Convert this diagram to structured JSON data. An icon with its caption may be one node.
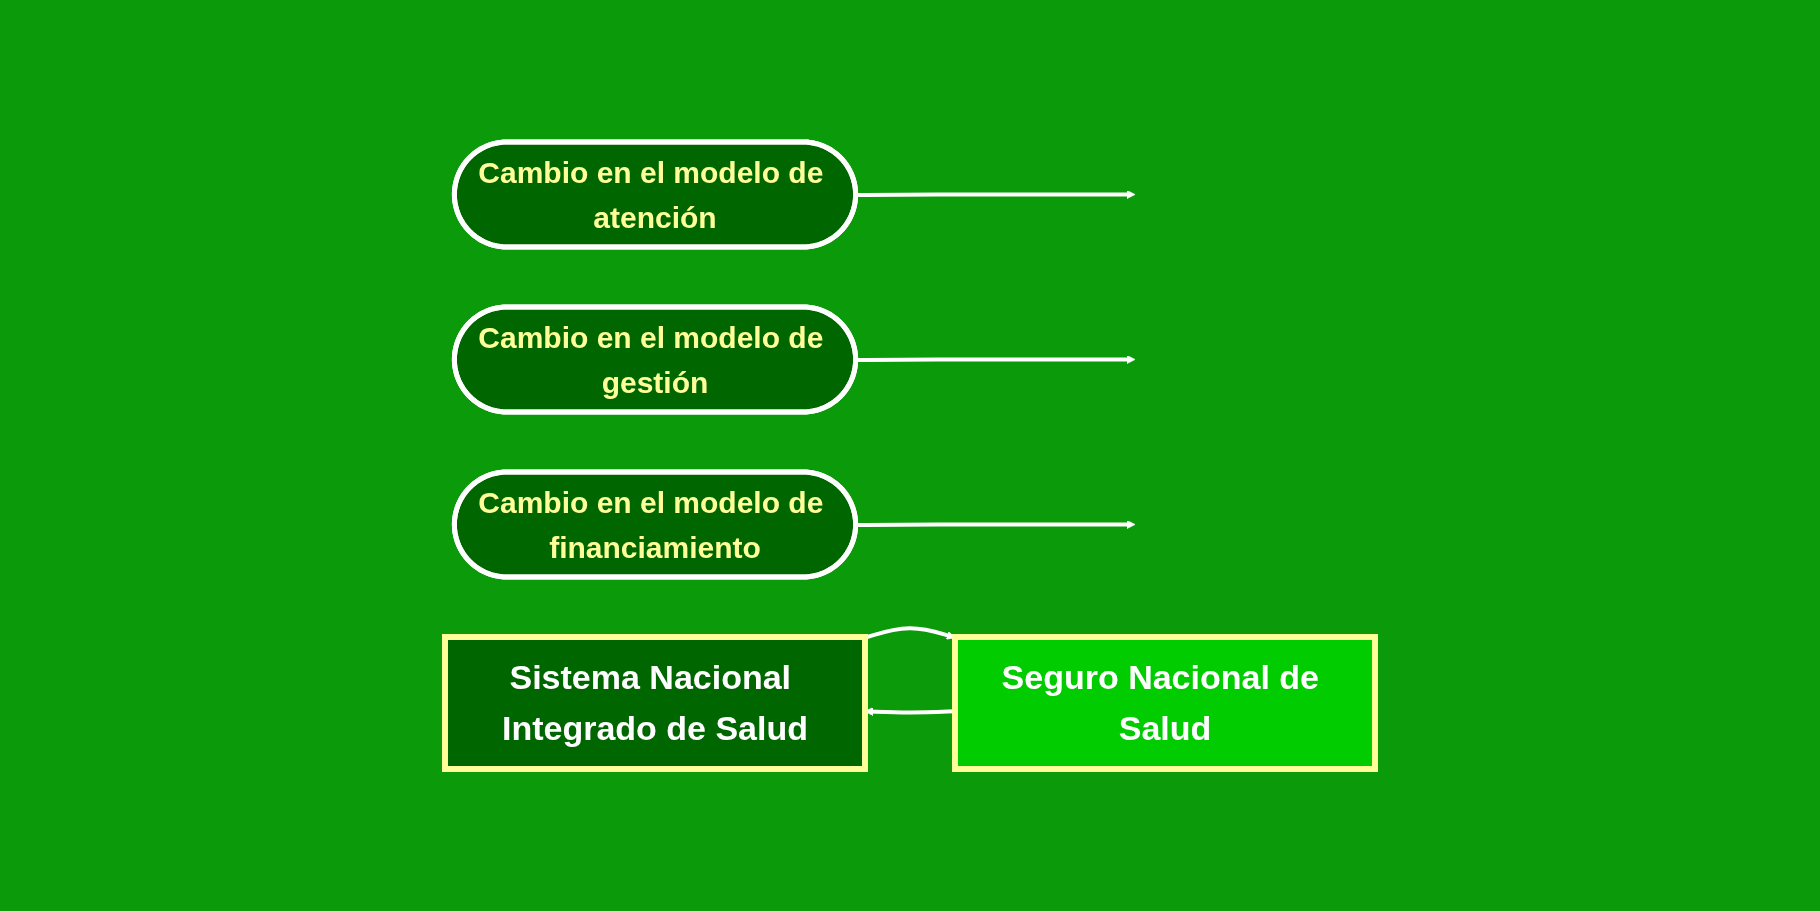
{
  "diagram": {
    "nodes": [
      {
        "text": [
          "Cambio en el modelo de atención"
        ]
      },
      {
        "text": [
          "Cambio en el modelo de gestión"
        ]
      },
      {
        "text": [
          "Cambio en el modelo de financiamiento"
        ]
      },
      {
        "text": [
          "Sistema Nacional Integrado de Salud"
        ]
      },
      {
        "text": [
          "Seguro Nacional de Salud"
        ]
      }
    ],
    "edges": [
      {
        "from": 0,
        "to": null,
        "arrow": "to"
      },
      {
        "from": 1,
        "to": null,
        "arrow": "to"
      },
      {
        "from": 2,
        "to": null,
        "arrow": "to"
      },
      {
        "from": 4,
        "to": 3,
        "arrow": "to"
      },
      {
        "from": 3,
        "to": 4,
        "arrow": "to"
      }
    ]
  }
}
